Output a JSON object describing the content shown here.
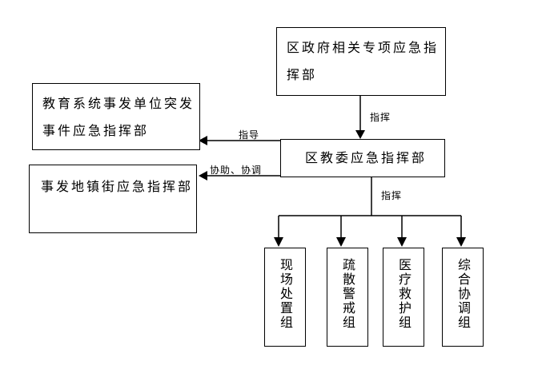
{
  "nodes": {
    "district_gov": "区政府相关专项应急指挥部",
    "edu_system": "教育系统事发单位突发事件应急指挥部",
    "edu_committee": "区教委应急指挥部",
    "town_street": "事发地镇街应急指挥部",
    "groups": [
      "现场处置组",
      "疏散警戒组",
      "医疗救护组",
      "综合协调组"
    ]
  },
  "edges": {
    "gov_to_committee": "指挥",
    "committee_to_edu_system": "指导",
    "committee_to_town": "协助、协调",
    "committee_to_groups": "指挥"
  }
}
